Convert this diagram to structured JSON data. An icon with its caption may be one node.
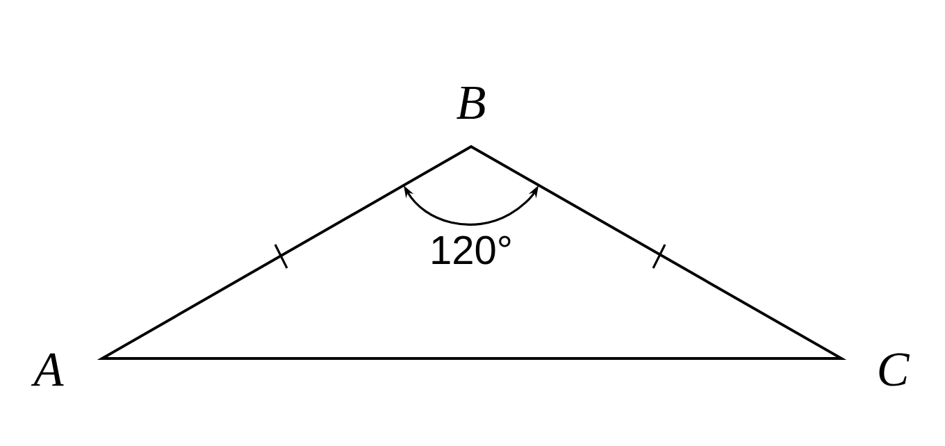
{
  "diagram": {
    "labels": [
      "B",
      "120°",
      "A",
      "C"
    ]
  }
}
